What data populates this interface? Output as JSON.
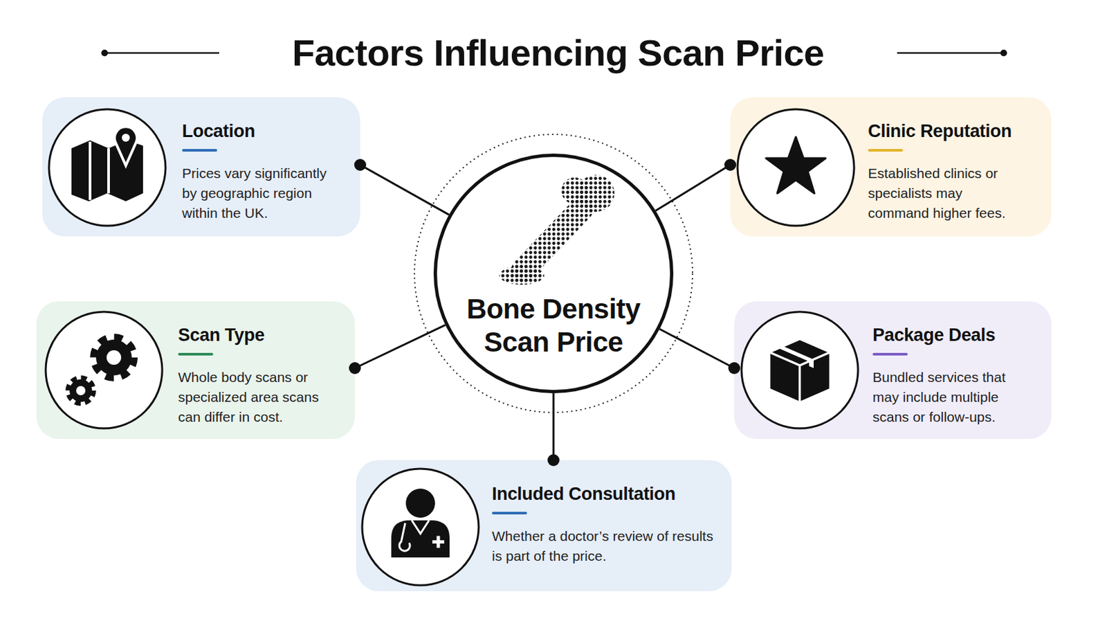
{
  "diagram": {
    "title": "Factors Influencing Scan Price",
    "nodes": [
      {
        "text": [
          "Location",
          "Prices vary significantly by geographic region within the UK."
        ]
      },
      {
        "text": [
          "Bone Density Scan Price"
        ]
      },
      {
        "text": [
          "Clinic Reputation",
          "Established clinics or specialists may command higher fees."
        ]
      },
      {
        "text": [
          "Scan Type",
          "Whole body scans or specialized area scans can differ in cost."
        ]
      },
      {
        "text": [
          "Package Deals",
          "Bundled services that may include multiple scans or follow-ups."
        ]
      },
      {
        "text": [
          "Included Consultation",
          "Whether a doctor’s review of results is part of the price."
        ]
      }
    ],
    "edges": [
      {
        "from": 1,
        "to": 0,
        "arrow": "none"
      },
      {
        "from": 1,
        "to": 2,
        "arrow": "none"
      },
      {
        "from": 1,
        "to": 3,
        "arrow": "none"
      },
      {
        "from": 1,
        "to": 4,
        "arrow": "none"
      },
      {
        "from": 1,
        "to": 5,
        "arrow": "none"
      }
    ]
  }
}
